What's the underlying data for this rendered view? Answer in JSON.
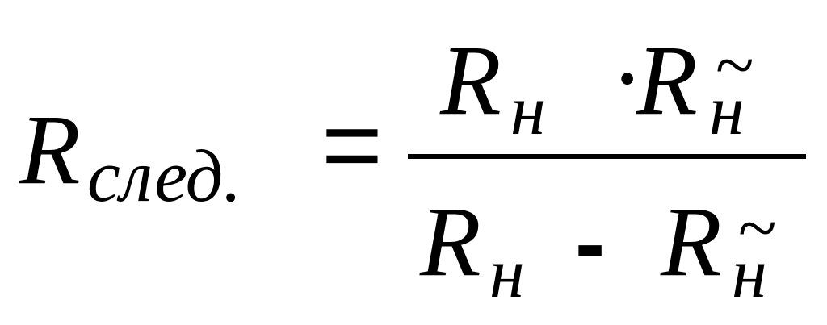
{
  "formula": {
    "lhs": {
      "symbol": "R",
      "subscript": "след."
    },
    "equals": "=",
    "numerator": {
      "term1_symbol": "R",
      "term1_subscript": "н",
      "operator": "·",
      "term2_symbol": "R",
      "term2_subscript": "н",
      "term2_accent": "~"
    },
    "denominator": {
      "term1_symbol": "R",
      "term1_subscript": "н",
      "operator": "-",
      "term2_symbol": "R",
      "term2_subscript": "н",
      "term2_accent": "~"
    }
  }
}
